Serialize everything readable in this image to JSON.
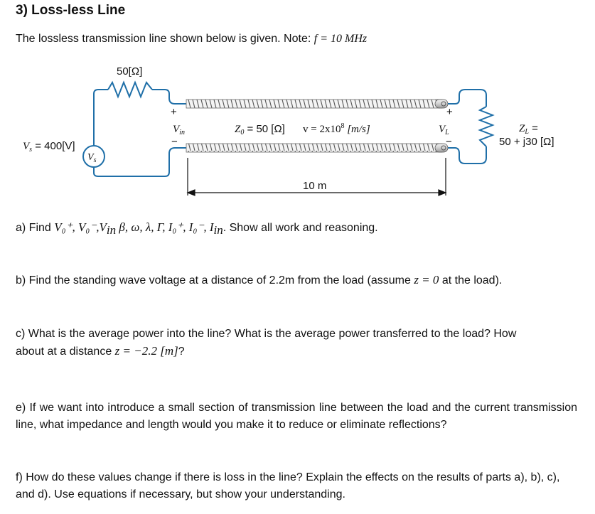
{
  "title": "3) Loss-less Line",
  "intro": {
    "text": "The lossless transmission line shown below is given. Note: ",
    "freq": "f = 10 MHz"
  },
  "circuit": {
    "source_resistor": "50[Ω]",
    "source_symbol": "V",
    "source_sub": "s",
    "source_label": "V",
    "source_label_sub": "s",
    "source_label_rest": " = 400[V]",
    "vin_symbol": "V",
    "vin_sub": "in",
    "z0_label": "Z",
    "z0_sub": "0",
    "z0_value": " = 50 [Ω]",
    "velocity_label": "v = 2x10",
    "velocity_exp": "8",
    "velocity_unit": " [m/s]",
    "vl_symbol": "V",
    "vl_sub": "L",
    "load_label_top": "Z",
    "load_label_top_sub": "L",
    "load_label_eq": " =",
    "load_label_bottom": "50 + j30 [Ω]",
    "length_label": "10 m",
    "plus_sign": "+",
    "minus_sign": "−"
  },
  "questions": {
    "a_prefix": "a) Find ",
    "a_math": "V₀⁺, V₀⁻,V",
    "a_math_sub": "in",
    "a_math2": " β, ω, λ, Γ, I₀⁺, I₀⁻, I",
    "a_math2_sub": "in",
    "a_suffix": ". Show all work and reasoning.",
    "b": "b) Find the standing wave voltage at a distance of 2.2m from the load (assume ",
    "b_math": "z = 0",
    "b_suffix": " at the load).",
    "c_line1": "c) What is the average power into the line? What is the average power transferred to the load? How",
    "c_line2": "about at a distance ",
    "c_math": "z = −2.2 [m]",
    "c_suffix": "?",
    "e": "e) If we want into introduce a small section of transmission line between the load and the current transmission line, what impedance and length would you make it to reduce or eliminate reflections?",
    "f": "f) How do these values change if there is loss in the line? Explain the effects on the results of parts a), b), c), and d).  Use equations if necessary, but show your understanding."
  }
}
